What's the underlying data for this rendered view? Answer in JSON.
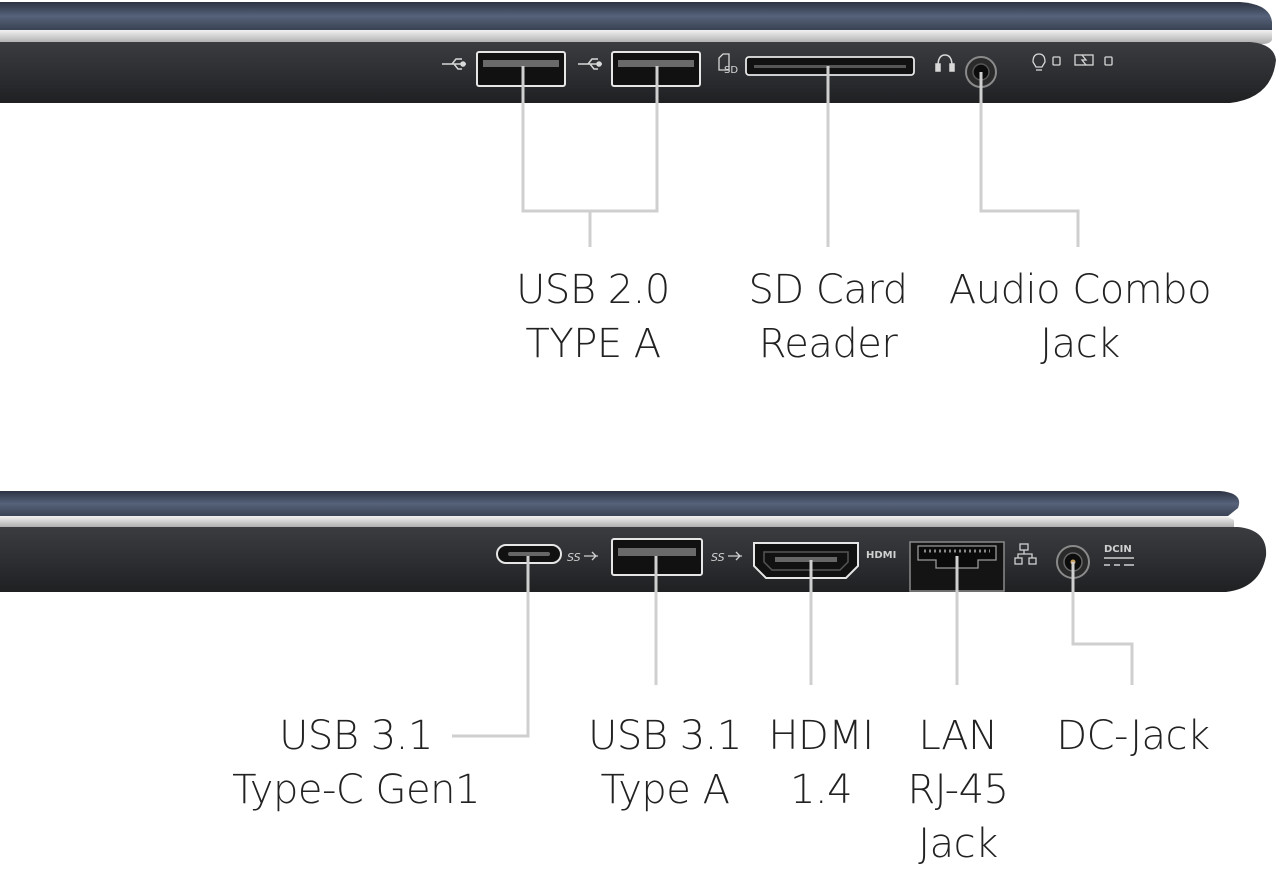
{
  "colors": {
    "lid": "#3a4354",
    "lid_highlight": "#56627a",
    "silver": "#c9c9c9",
    "body": "#2d2f32",
    "port_outline": "#e6e6e6",
    "callout": "#cfcfcf",
    "text": "#222222"
  },
  "panels": [
    {
      "id": "left-side",
      "port_icons": [
        "usb-icon",
        "usb-icon",
        "sd-card-icon",
        "headset-icon",
        "power-led-icon",
        "battery-led-icon"
      ],
      "labels": [
        {
          "name": "usb-2-label",
          "lines": [
            "USB 2.0",
            "TYPE A"
          ]
        },
        {
          "name": "sd-card-label",
          "lines": [
            "SD Card",
            "Reader"
          ]
        },
        {
          "name": "audio-label",
          "lines": [
            "Audio Combo",
            "Jack"
          ]
        }
      ]
    },
    {
      "id": "right-side",
      "port_icons": [
        "ss-usb-icon",
        "ss-usb-icon",
        "network-icon"
      ],
      "silkscreen": {
        "hdmi": "HDMI",
        "dcin": "DCIN"
      },
      "labels": [
        {
          "name": "usb-c-label",
          "lines": [
            "USB 3.1",
            "Type-C Gen1"
          ]
        },
        {
          "name": "usb-3-label",
          "lines": [
            "USB 3.1",
            "Type A"
          ]
        },
        {
          "name": "hdmi-label",
          "lines": [
            "HDMI",
            "1.4"
          ]
        },
        {
          "name": "lan-label",
          "lines": [
            "LAN",
            "RJ-45",
            "Jack"
          ]
        },
        {
          "name": "dc-jack-label",
          "lines": [
            "DC-Jack"
          ]
        }
      ]
    }
  ]
}
